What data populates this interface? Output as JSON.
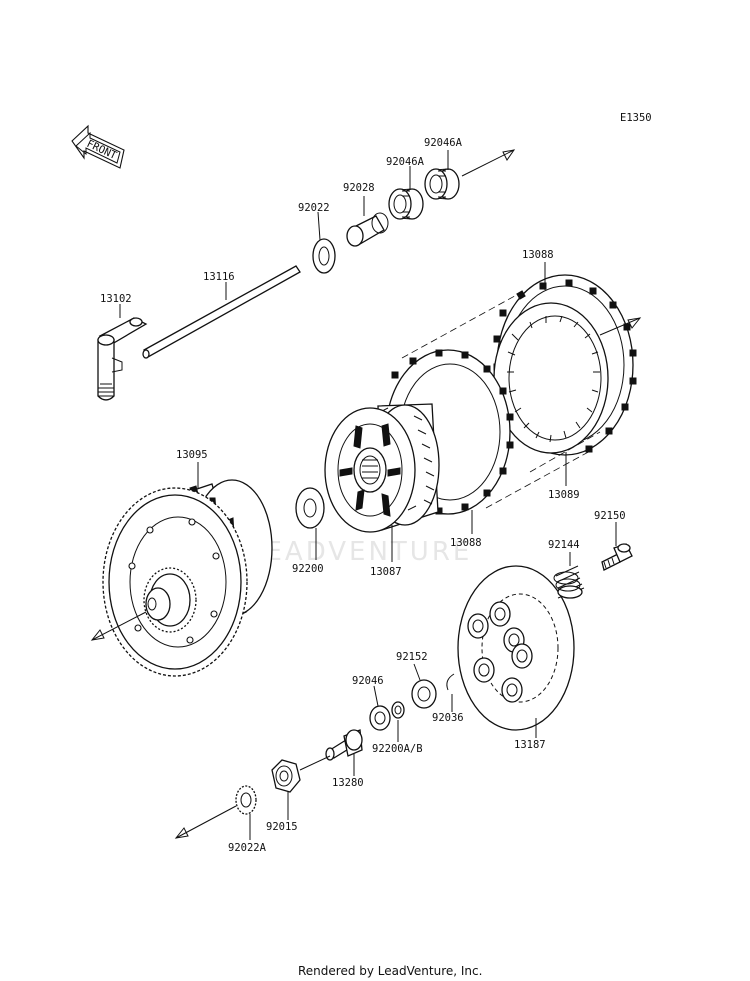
{
  "diagram_code": "E1350",
  "front_label": "FRONT",
  "watermark": "LEADVENTURE",
  "footer": "Rendered by LeadVenture, Inc.",
  "parts": {
    "p92046A_top": "92046A",
    "p92046A_mid": "92046A",
    "p92028": "92028",
    "p92022": "92022",
    "p13116": "13116",
    "p13102": "13102",
    "p13088_top": "13088",
    "p13089": "13089",
    "p13088_bot": "13088",
    "p13095": "13095",
    "p92200": "92200",
    "p13087": "13087",
    "p92150": "92150",
    "p92144": "92144",
    "p92152": "92152",
    "p92046": "92046",
    "p92036": "92036",
    "p92200AB": "92200A/B",
    "p13187": "13187",
    "p13280": "13280",
    "p92015": "92015",
    "p92022A": "92022A"
  }
}
